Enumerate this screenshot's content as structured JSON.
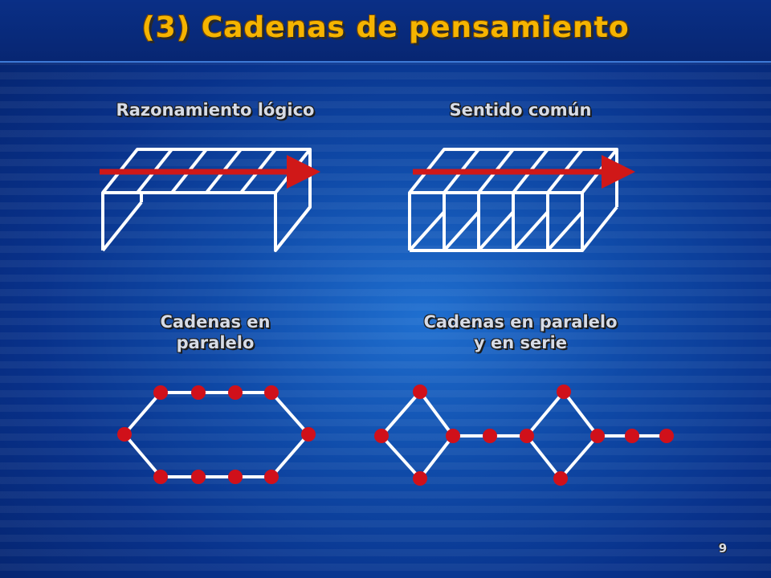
{
  "slide": {
    "title": "(3) Cadenas de pensamiento",
    "page_number": "9"
  },
  "diagrams": {
    "logical_reasoning": {
      "label": "Razonamiento lógico"
    },
    "common_sense": {
      "label": "Sentido común"
    },
    "parallel_chains": {
      "label_line1": "Cadenas en",
      "label_line2": "paralelo"
    },
    "parallel_series_chains": {
      "label_line1": "Cadenas en paralelo",
      "label_line2": "y en serie"
    }
  },
  "colors": {
    "title": "#f6b400",
    "node": "#d0101a",
    "arrow": "#d01818",
    "line": "#ffffff"
  }
}
